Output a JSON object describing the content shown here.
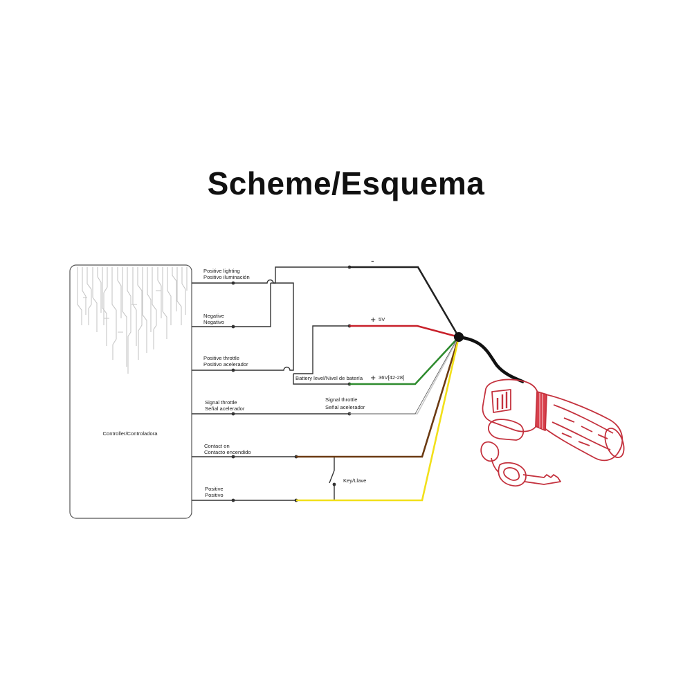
{
  "title": "Scheme/Esquema",
  "controller": {
    "label": "Controller/Controladora"
  },
  "controller_labels": [
    {
      "line1": "Positive lighting",
      "line2": "Positivo iluminación"
    },
    {
      "line1": "Negative",
      "line2": "Negativo"
    },
    {
      "line1": "Positive throttle",
      "line2": "Positivo acelerador"
    },
    {
      "line1": "Signal throttle",
      "line2": "Señal acelerador"
    },
    {
      "line1": "Contact on",
      "line2": "Contacto encendido"
    },
    {
      "line1": "Positive",
      "line2": "Positivo"
    }
  ],
  "wire_labels": {
    "negative_symbol": "-",
    "plus_5v_symbol": "+",
    "v5": "5V",
    "plus_36v_symbol": "+",
    "v36": "36V[42-28]",
    "battery_level": "Battery level/Nivel de batería",
    "signal_line1": "Signal throttle",
    "signal_line2": "Señal acelerador",
    "key": "Key/Llave"
  },
  "colors": {
    "black": "#222222",
    "red": "#c8202a",
    "green": "#2e8b2e",
    "brown": "#6b3a12",
    "yellow": "#f2e01a",
    "white_wire": "#c9c9c9",
    "throttle_outline": "#c4323e"
  },
  "icons": [
    "throttle-grip-icon",
    "ignition-key-icon",
    "controller-circuit-icon"
  ]
}
